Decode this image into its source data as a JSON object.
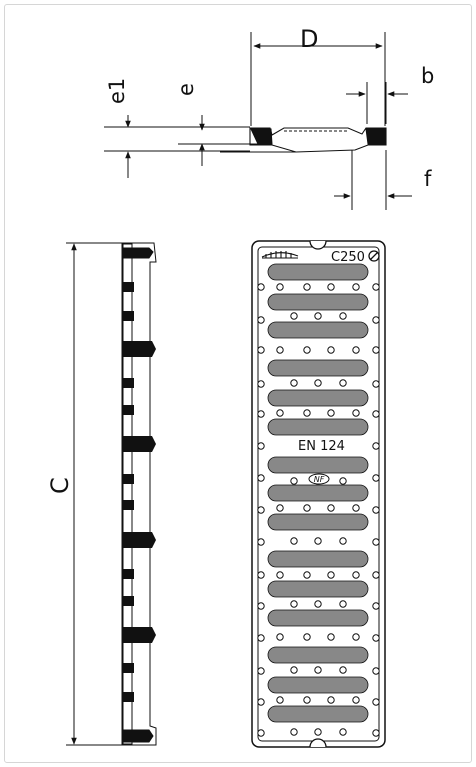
{
  "dimensions": {
    "D": "D",
    "b": "b",
    "e": "e",
    "e1": "e1",
    "f": "f",
    "C": "C"
  },
  "grate": {
    "load_class": "C250",
    "standard": "EN 124",
    "mark": "NF"
  },
  "colors": {
    "line": "#111111",
    "slot": "#888888",
    "frame_border": "#d6d6d6"
  }
}
